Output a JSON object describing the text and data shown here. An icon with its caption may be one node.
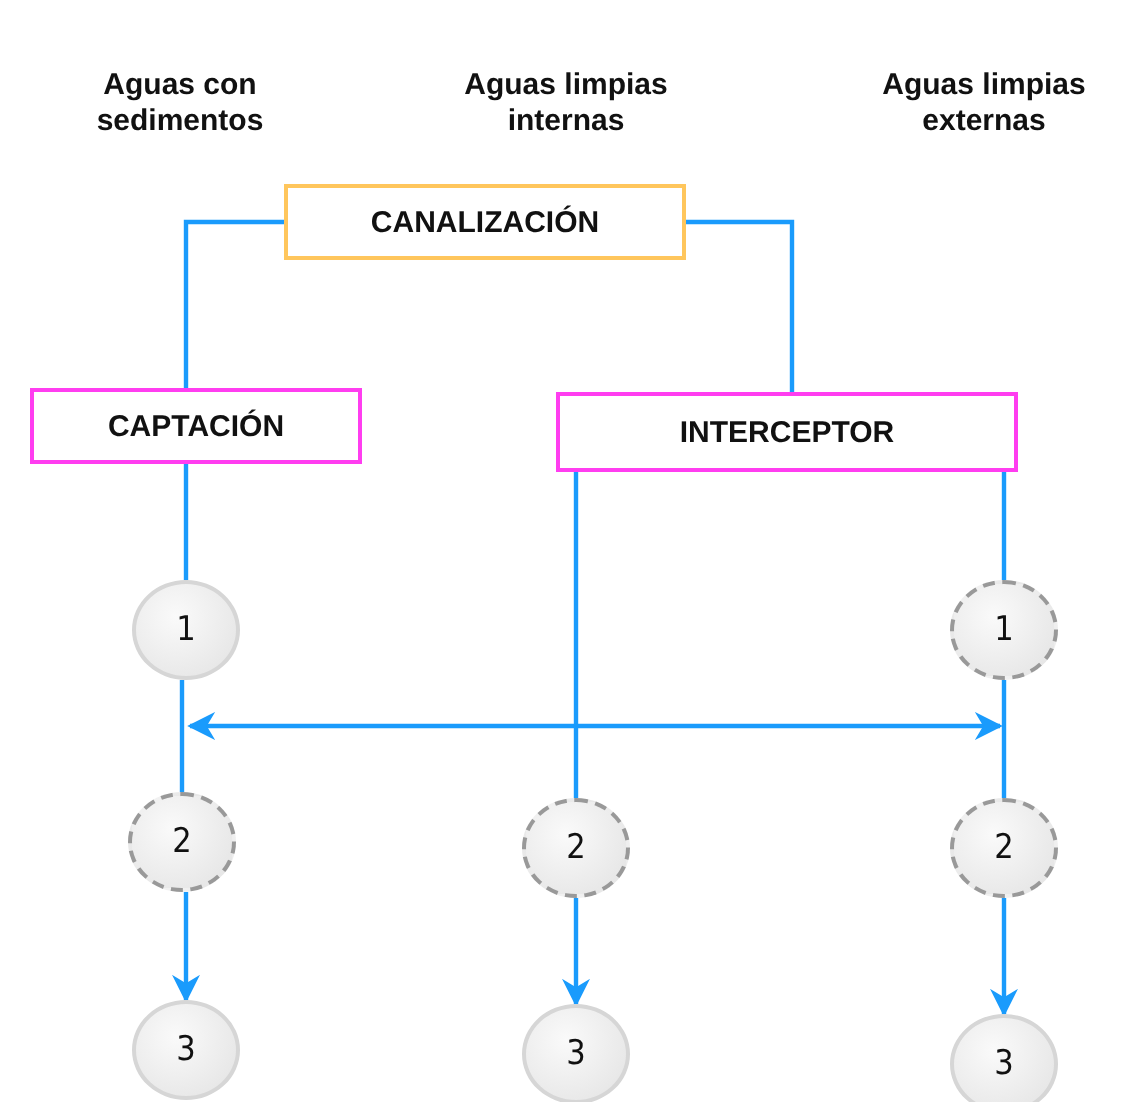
{
  "diagram": {
    "nodes": [
      {
        "text": [
          "CANALIZACIÓN"
        ]
      },
      {
        "text": [
          "CAPTACIÓN"
        ]
      },
      {
        "text": [
          "INTERCEPTOR"
        ]
      },
      {
        "text": [
          "1"
        ]
      },
      {
        "text": [
          "1"
        ]
      },
      {
        "text": [
          "2"
        ]
      },
      {
        "text": [
          "2"
        ]
      },
      {
        "text": [
          "2"
        ]
      },
      {
        "text": [
          "3"
        ]
      },
      {
        "text": [
          "3"
        ]
      },
      {
        "text": [
          "3"
        ]
      }
    ],
    "edges": [
      {
        "from": 0,
        "to": 1,
        "arrow": "none"
      },
      {
        "from": 0,
        "to": 2,
        "arrow": "none"
      },
      {
        "from": 1,
        "to": 3,
        "arrow": "none"
      },
      {
        "from": 3,
        "to": 5,
        "arrow": "none"
      },
      {
        "from": 5,
        "to": 8,
        "arrow": "to"
      },
      {
        "from": 2,
        "to": 6,
        "arrow": "none"
      },
      {
        "from": 6,
        "to": 9,
        "arrow": "to"
      },
      {
        "from": 2,
        "to": 4,
        "arrow": "none"
      },
      {
        "from": 4,
        "to": 7,
        "arrow": "none"
      },
      {
        "from": 7,
        "to": 10,
        "arrow": "to"
      },
      {
        "from": 3,
        "to": 4,
        "arrow": "both"
      }
    ],
    "labels": [
      "Aguas con sedimentos",
      "Aguas limpias internas",
      "Aguas limpias externas"
    ]
  }
}
